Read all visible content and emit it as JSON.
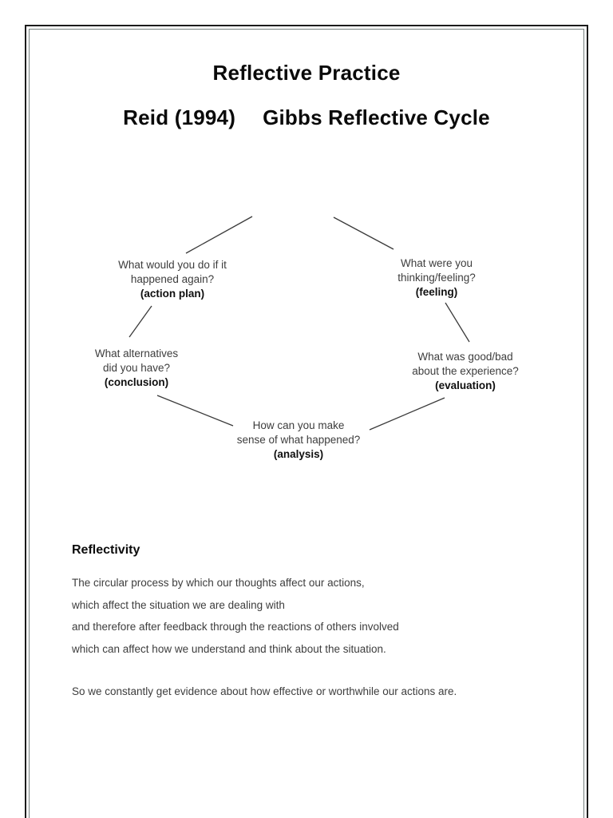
{
  "page": {
    "title": "Reflective Practice",
    "subtitle_left": "Reid (1994)",
    "subtitle_right": "Gibbs Reflective Cycle"
  },
  "diagram": {
    "nodes": [
      {
        "id": "action-plan",
        "line1": "What would you do if it",
        "line2": "happened again?",
        "label": "(action plan)"
      },
      {
        "id": "feeling",
        "line1": "What were you",
        "line2": "thinking/feeling?",
        "label": "(feeling)"
      },
      {
        "id": "conclusion",
        "line1": "What alternatives",
        "line2": "did you have?",
        "label": "(conclusion)"
      },
      {
        "id": "evaluation",
        "line1": "What was good/bad",
        "line2": "about the experience?",
        "label": "(evaluation)"
      },
      {
        "id": "analysis",
        "line1": "How can you make",
        "line2": "sense of what happened?",
        "label": "(analysis)"
      }
    ],
    "connectors": [
      [
        233,
        317,
        316,
        271
      ],
      [
        418,
        272,
        493,
        312
      ],
      [
        162,
        422,
        190,
        383
      ],
      [
        558,
        379,
        588,
        428
      ],
      [
        197,
        495,
        292,
        533
      ],
      [
        463,
        538,
        557,
        498
      ]
    ]
  },
  "section": {
    "heading": "Reflectivity",
    "paragraph_lines": [
      "The circular process by which our thoughts affect our actions,",
      "which affect the situation we are dealing with",
      "and therefore after feedback through the reactions of others involved",
      "which can affect how we understand and think about the situation."
    ],
    "closing_line": "So we constantly get evidence about how effective or worthwhile our actions are."
  },
  "colors": {
    "text": "#3d3d3d",
    "bold_text": "#0f0f0f",
    "frame_outer": "#1b1b1b",
    "frame_inner": "#75807f",
    "connector": "#3a3a3a",
    "background": "#ffffff"
  }
}
